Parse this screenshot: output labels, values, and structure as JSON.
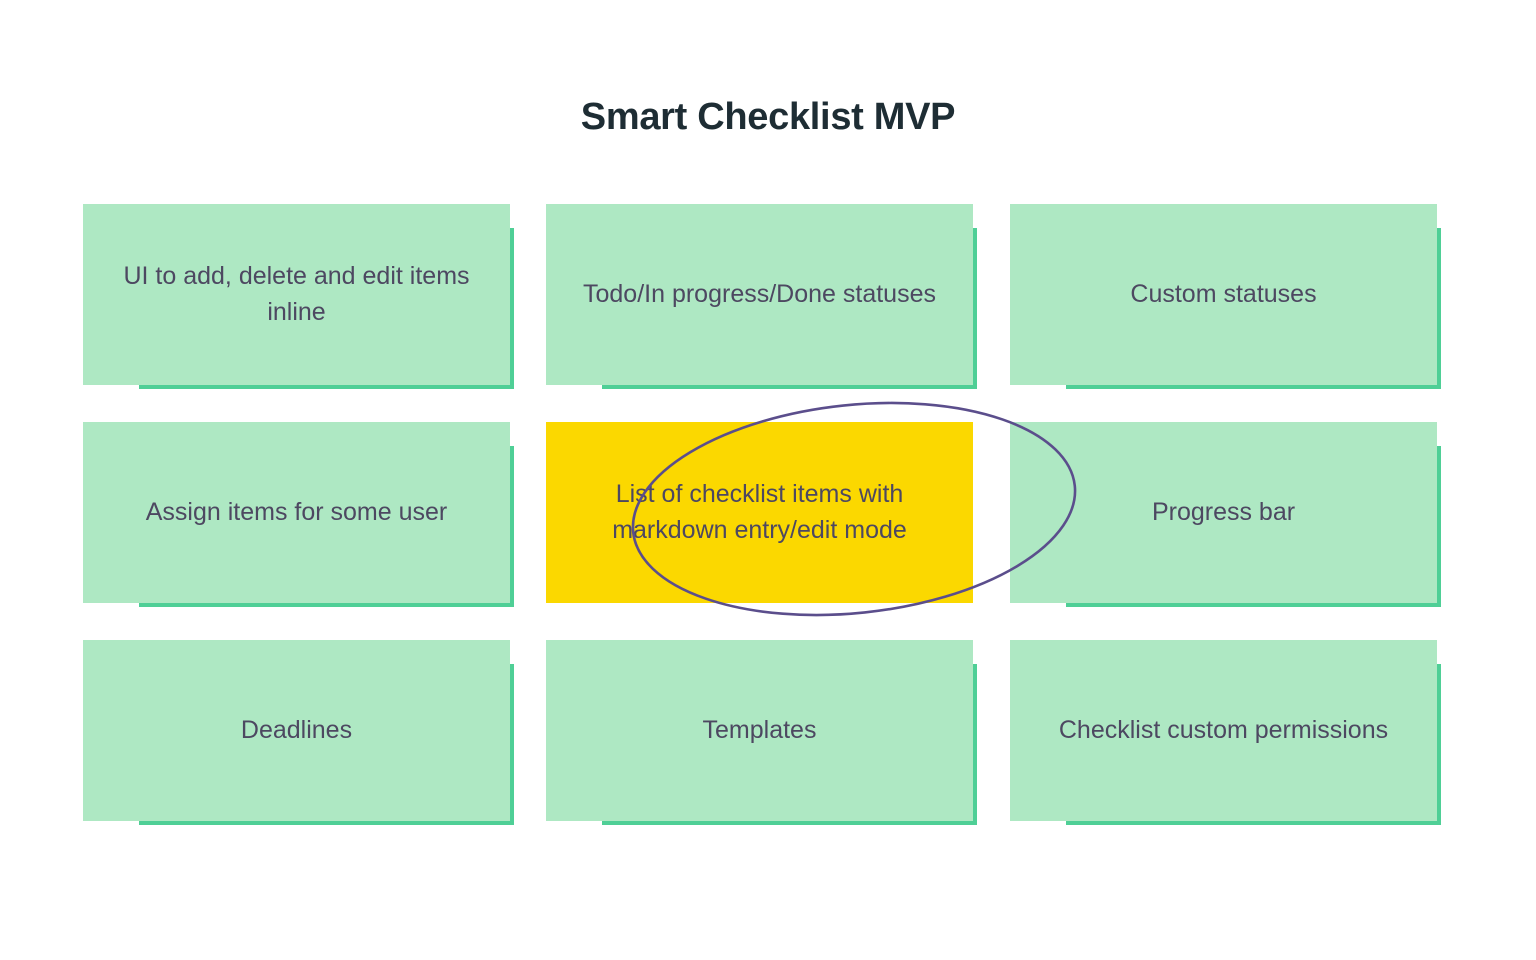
{
  "board": {
    "title": "Smart Checklist MVP",
    "background_color": "#ffffff",
    "title_color": "#1e2d34",
    "card_color": "#aee8c3",
    "card_shadow_color": "#4fcf96",
    "card_text_color": "#4d4861",
    "highlight_color": "#fbd800",
    "annotation_color": "#5b4e8c"
  },
  "cards": [
    {
      "id": "ui-add-delete-edit",
      "label": "UI to add, delete and edit items inline",
      "row": 0,
      "col": 0,
      "highlighted": false
    },
    {
      "id": "todo-inprogress-done",
      "label": "Todo/In progress/Done statuses",
      "row": 0,
      "col": 1,
      "highlighted": false
    },
    {
      "id": "custom-statuses",
      "label": "Custom statuses",
      "row": 0,
      "col": 2,
      "highlighted": false
    },
    {
      "id": "assign-items",
      "label": "Assign items for some user",
      "row": 1,
      "col": 0,
      "highlighted": false
    },
    {
      "id": "markdown-list",
      "label": "List of checklist items with markdown entry/edit mode",
      "row": 1,
      "col": 1,
      "highlighted": true
    },
    {
      "id": "progress-bar",
      "label": "Progress bar",
      "row": 1,
      "col": 2,
      "highlighted": false
    },
    {
      "id": "deadlines",
      "label": "Deadlines",
      "row": 2,
      "col": 0,
      "highlighted": false
    },
    {
      "id": "templates",
      "label": "Templates",
      "row": 2,
      "col": 1,
      "highlighted": false
    },
    {
      "id": "checklist-permissions",
      "label": "Checklist custom permissions",
      "row": 2,
      "col": 2,
      "highlighted": false
    }
  ],
  "annotation": {
    "type": "hand-drawn-ellipse",
    "target_card_id": "markdown-list",
    "stroke_color": "#5b4e8c"
  }
}
